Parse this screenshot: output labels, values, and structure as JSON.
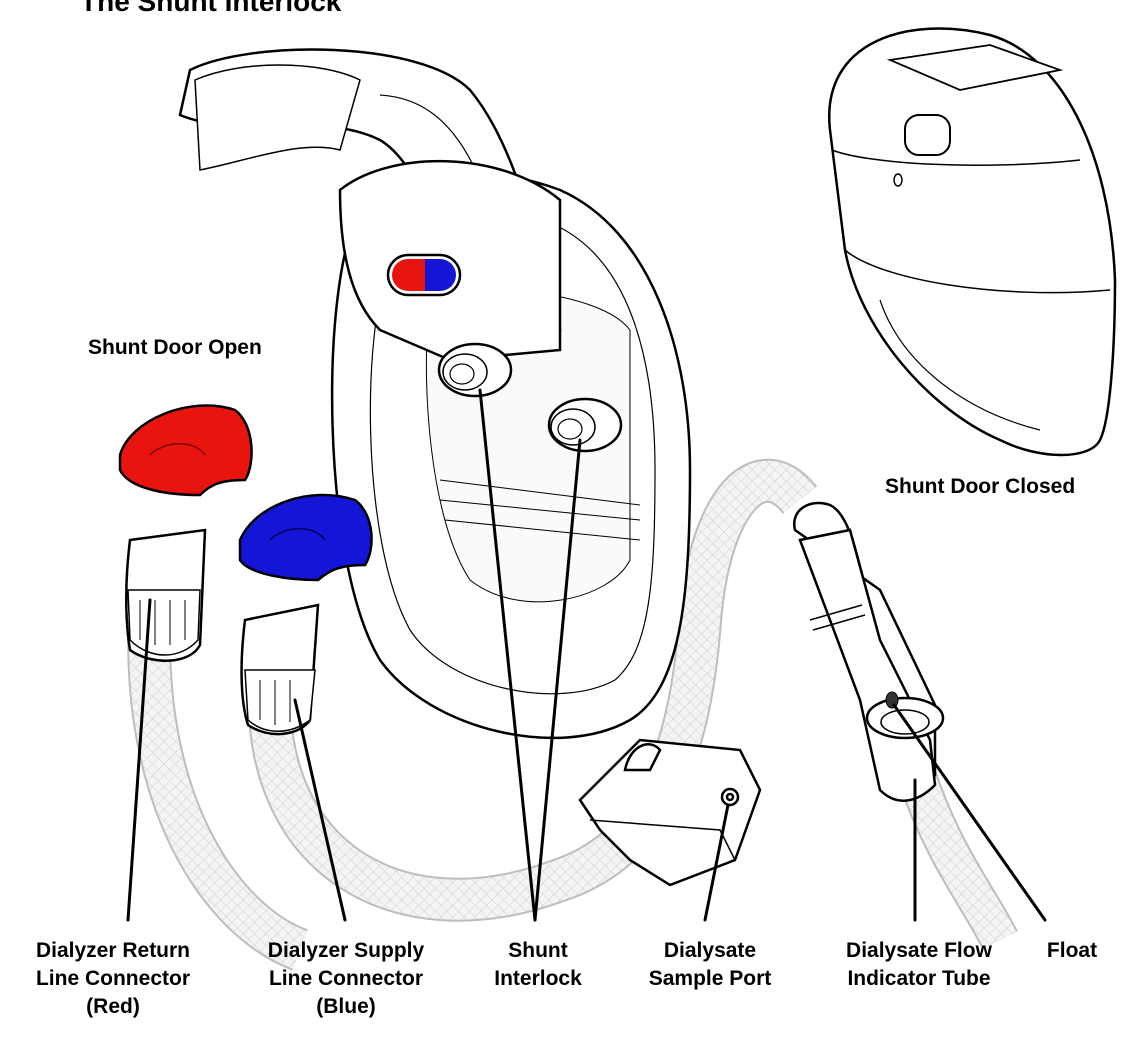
{
  "title": "The Shunt Interlock",
  "panels": {
    "open": "Shunt Door Open",
    "closed": "Shunt Door Closed"
  },
  "callouts": [
    {
      "id": "return",
      "lines": [
        "Dialyzer Return",
        "Line Connector",
        "(Red)"
      ]
    },
    {
      "id": "supply",
      "lines": [
        "Dialyzer Supply",
        "Line Connector",
        "(Blue)"
      ]
    },
    {
      "id": "shunt",
      "lines": [
        "Shunt",
        "Interlock"
      ]
    },
    {
      "id": "sample",
      "lines": [
        "Dialysate",
        "Sample Port"
      ]
    },
    {
      "id": "flowtube",
      "lines": [
        "Dialysate Flow",
        "Indicator Tube"
      ]
    },
    {
      "id": "float",
      "lines": [
        "Float"
      ]
    }
  ],
  "colors": {
    "return_connector": "#e8150f",
    "supply_connector": "#1515d8",
    "hose": "#dcdcdc",
    "outline": "#000000"
  }
}
